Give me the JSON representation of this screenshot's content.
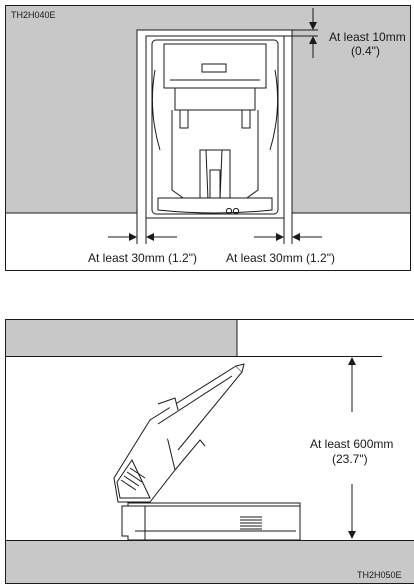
{
  "figure_top": {
    "code": "TH2H040E",
    "clearance_top_line1": "At least 10mm",
    "clearance_top_line2": "(0.4\")",
    "clearance_left": "At least 30mm (1.2\")",
    "clearance_right": "At least 30mm (1.2\")"
  },
  "figure_bottom": {
    "code": "TH2H050E",
    "clearance_height_line1": "At least 600mm",
    "clearance_height_line2": "(23.7\")"
  },
  "colors": {
    "wall_gray": "#c8c8c8",
    "line": "#1a1a1a",
    "paper": "#ffffff"
  }
}
